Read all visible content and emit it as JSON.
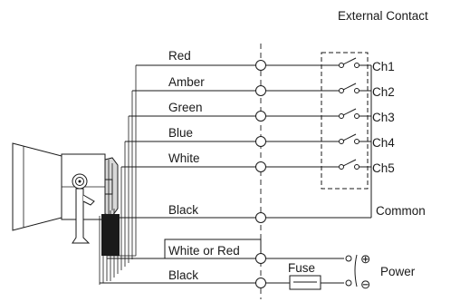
{
  "diagram": {
    "external_contact_title": "External Contact",
    "wires": [
      {
        "label": "Red",
        "channel": "Ch1"
      },
      {
        "label": "Amber",
        "channel": "Ch2"
      },
      {
        "label": "Green",
        "channel": "Ch3"
      },
      {
        "label": "Blue",
        "channel": "Ch4"
      },
      {
        "label": "White",
        "channel": "Ch5"
      }
    ],
    "common_wire_label": "Black",
    "common_label": "Common",
    "power_wire_labels": [
      "White or Red",
      "Black"
    ],
    "fuse_label": "Fuse",
    "power_label": "Power",
    "polarity": [
      "⊕",
      "⊖"
    ]
  }
}
